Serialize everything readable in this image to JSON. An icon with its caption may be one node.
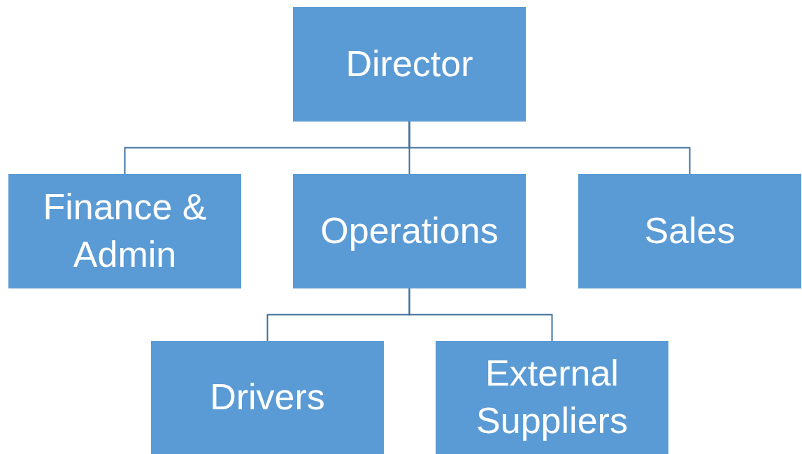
{
  "diagram": {
    "nodes": [
      {
        "text": [
          "Director"
        ]
      },
      {
        "text": [
          "Finance & Admin"
        ]
      },
      {
        "text": [
          "Operations"
        ]
      },
      {
        "text": [
          "Sales"
        ]
      },
      {
        "text": [
          "Drivers"
        ]
      },
      {
        "text": [
          "External Suppliers"
        ]
      }
    ],
    "edges": [
      {
        "from": 0,
        "to": 1,
        "arrow": "none"
      },
      {
        "from": 0,
        "to": 2,
        "arrow": "none"
      },
      {
        "from": 0,
        "to": 3,
        "arrow": "none"
      },
      {
        "from": 2,
        "to": 4,
        "arrow": "none"
      },
      {
        "from": 2,
        "to": 5,
        "arrow": "none"
      }
    ]
  }
}
